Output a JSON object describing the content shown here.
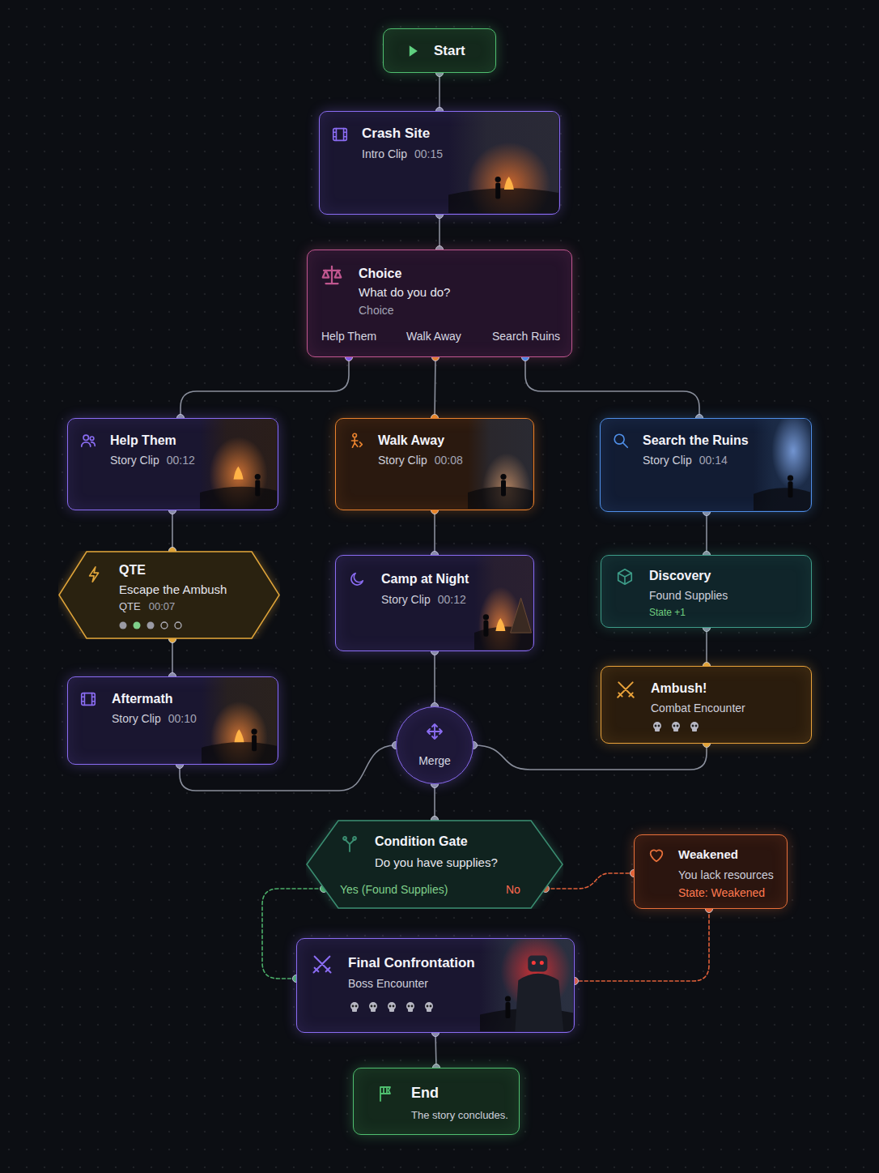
{
  "diagram": {
    "nodes": [
      {
        "text": [
          "Start"
        ]
      },
      {
        "text": [
          "Crash Site",
          "Intro Clip",
          "00:15"
        ]
      },
      {
        "text": [
          "Choice",
          "What do you do?",
          "Choice",
          "Help Them",
          "Walk Away",
          "Search Ruins"
        ]
      },
      {
        "text": [
          "Help Them",
          "Story Clip",
          "00:12"
        ]
      },
      {
        "text": [
          "Walk Away",
          "Story Clip",
          "00:08"
        ]
      },
      {
        "text": [
          "Search the Ruins",
          "Story Clip",
          "00:14"
        ]
      },
      {
        "text": [
          "QTE",
          "Escape the Ambush",
          "QTE",
          "00:07"
        ]
      },
      {
        "text": [
          "Camp at Night",
          "Story Clip",
          "00:12"
        ]
      },
      {
        "text": [
          "Discovery",
          "Found Supplies",
          "State +1"
        ]
      },
      {
        "text": [
          "Ambush!",
          "Combat Encounter"
        ]
      },
      {
        "text": [
          "Aftermath",
          "Story Clip",
          "00:10"
        ]
      },
      {
        "text": [
          "Merge"
        ]
      },
      {
        "text": [
          "Condition Gate",
          "Do you have supplies?",
          "Yes (Found Supplies)",
          "No"
        ]
      },
      {
        "text": [
          "Weakened",
          "You lack resources",
          "State: Weakened"
        ]
      },
      {
        "text": [
          "Final Confrontation",
          "Boss Encounter"
        ]
      },
      {
        "text": [
          "End",
          "The story concludes."
        ]
      }
    ],
    "edges": [
      {
        "from": 0,
        "to": 1,
        "arrow": "none"
      },
      {
        "from": 1,
        "to": 2,
        "arrow": "none"
      },
      {
        "from": 2,
        "to": 3,
        "arrow": "none"
      },
      {
        "from": 2,
        "to": 4,
        "arrow": "none"
      },
      {
        "from": 2,
        "to": 5,
        "arrow": "none"
      },
      {
        "from": 3,
        "to": 6,
        "arrow": "none"
      },
      {
        "from": 4,
        "to": 7,
        "arrow": "none"
      },
      {
        "from": 5,
        "to": 8,
        "arrow": "none"
      },
      {
        "from": 6,
        "to": 10,
        "arrow": "none"
      },
      {
        "from": 8,
        "to": 9,
        "arrow": "none"
      },
      {
        "from": 10,
        "to": 11,
        "arrow": "none"
      },
      {
        "from": 7,
        "to": 11,
        "arrow": "none"
      },
      {
        "from": 9,
        "to": 11,
        "arrow": "none"
      },
      {
        "from": 11,
        "to": 12,
        "arrow": "none"
      },
      {
        "from": 12,
        "to": 14,
        "arrow": "none"
      },
      {
        "from": 12,
        "to": 13,
        "arrow": "none"
      },
      {
        "from": 13,
        "to": 14,
        "arrow": "none"
      },
      {
        "from": 14,
        "to": 15,
        "arrow": "none"
      }
    ]
  }
}
